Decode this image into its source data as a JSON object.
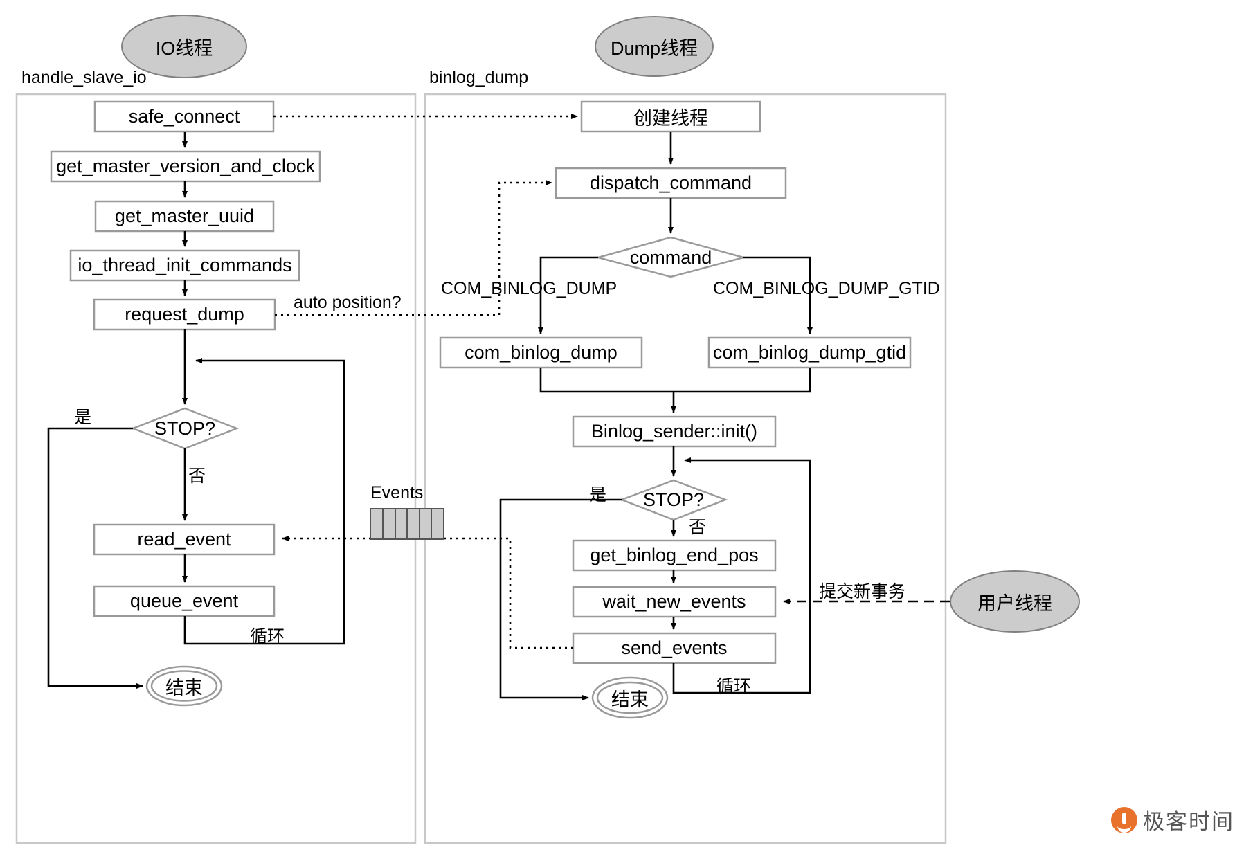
{
  "title": "MySQL binlog dump flow",
  "lanes": [
    {
      "id": "io",
      "caption": "handle_slave_io",
      "badge": "IO线程"
    },
    {
      "id": "dump",
      "caption": "binlog_dump",
      "badge": "Dump线程"
    }
  ],
  "io_thread": {
    "nodes": [
      {
        "id": "safe_connect",
        "label": "safe_connect",
        "shape": "process"
      },
      {
        "id": "get_master_version_and_clock",
        "label": "get_master_version_and_clock",
        "shape": "process"
      },
      {
        "id": "get_master_uuid",
        "label": "get_master_uuid",
        "shape": "process"
      },
      {
        "id": "io_thread_init_commands",
        "label": "io_thread_init_commands",
        "shape": "process"
      },
      {
        "id": "request_dump",
        "label": "request_dump",
        "shape": "process"
      },
      {
        "id": "io_stop",
        "label": "STOP?",
        "shape": "decision"
      },
      {
        "id": "read_event",
        "label": "read_event",
        "shape": "process"
      },
      {
        "id": "queue_event",
        "label": "queue_event",
        "shape": "process"
      },
      {
        "id": "io_end",
        "label": "结束",
        "shape": "terminator"
      }
    ],
    "edge_labels": {
      "stop_yes": "是",
      "stop_no": "否",
      "loop": "循环"
    }
  },
  "dump_thread": {
    "nodes": [
      {
        "id": "create_thread",
        "label": "创建线程",
        "shape": "process"
      },
      {
        "id": "dispatch_command",
        "label": "dispatch_command",
        "shape": "process"
      },
      {
        "id": "command",
        "label": "command",
        "shape": "decision"
      },
      {
        "id": "com_binlog_dump",
        "label": "com_binlog_dump",
        "shape": "process"
      },
      {
        "id": "com_binlog_dump_gtid",
        "label": "com_binlog_dump_gtid",
        "shape": "process"
      },
      {
        "id": "binlog_sender_init",
        "label": "Binlog_sender::init()",
        "shape": "process"
      },
      {
        "id": "dump_stop",
        "label": "STOP?",
        "shape": "decision"
      },
      {
        "id": "get_binlog_end_pos",
        "label": "get_binlog_end_pos",
        "shape": "process"
      },
      {
        "id": "wait_new_events",
        "label": "wait_new_events",
        "shape": "process"
      },
      {
        "id": "send_events",
        "label": "send_events",
        "shape": "process"
      },
      {
        "id": "dump_end",
        "label": "结束",
        "shape": "terminator"
      }
    ],
    "edge_labels": {
      "branch_left": "COM_BINLOG_DUMP",
      "branch_right": "COM_BINLOG_DUMP_GTID",
      "stop_yes": "是",
      "stop_no": "否",
      "loop": "循环"
    }
  },
  "annotations": {
    "auto_position": "auto position?",
    "events_queue": "Events",
    "commit_new_trx": "提交新事务",
    "user_thread": "用户线程"
  },
  "watermark": {
    "text": "极客时间"
  },
  "colors": {
    "node_border": "#9a9a9a",
    "node_fill": "#ffffff",
    "lane_border": "#c8c8c8",
    "badge_fill": "#cccccc",
    "badge_border": "#808080",
    "line": "#000000",
    "queue_fill": "#cccccc",
    "logo_orange": "#e8722b"
  }
}
